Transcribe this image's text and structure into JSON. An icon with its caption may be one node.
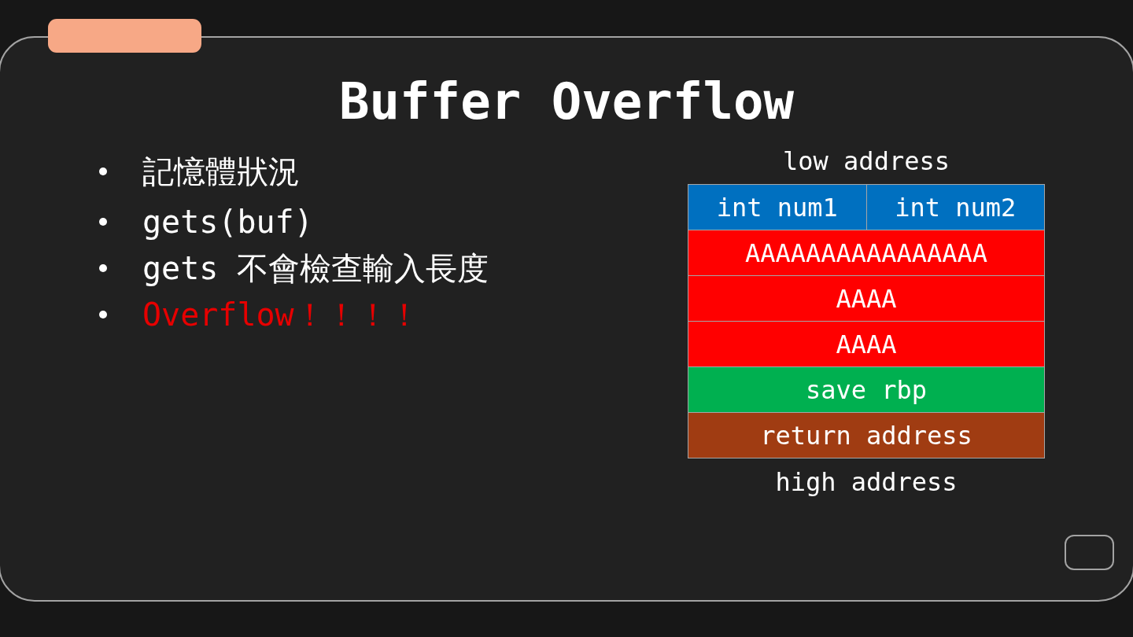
{
  "diagram": {
    "title": "Buffer Overflow",
    "labels": [
      "記憶體狀況",
      "gets(buf)",
      "gets 不會檢查輸入長度",
      "Overflow！！！！",
      "low address",
      "int num1",
      "int num2",
      "AAAAAAAAAAAAAAAA",
      "AAAA",
      "AAAA",
      "save rbp",
      "return address",
      "high address"
    ]
  }
}
